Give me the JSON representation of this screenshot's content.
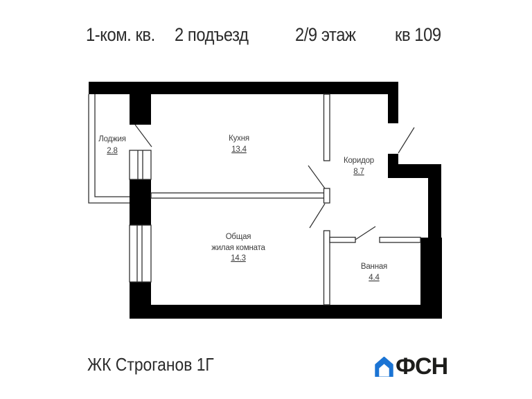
{
  "header": {
    "apartment_type": "1-ком. кв.",
    "entrance": "2 подъезд",
    "floor": "2/9 этаж",
    "apartment_number": "кв 109"
  },
  "plan": {
    "wall_color": "#000000",
    "line_color": "#2f2f2f",
    "rooms": [
      {
        "name": "Лоджия",
        "area": "2.8"
      },
      {
        "name": "Кухня",
        "area": "13.4"
      },
      {
        "name": "Коридор",
        "area": "8.7"
      },
      {
        "name_lines": [
          "Общая",
          "жилая комната"
        ],
        "area": "14.3"
      },
      {
        "name": "Ванная",
        "area": "4.4"
      }
    ]
  },
  "footer": {
    "complex_name": "ЖК Строганов 1Г",
    "logo_text": "ФСН",
    "logo_icon": "house-icon",
    "logo_color": "#1b74d4"
  }
}
